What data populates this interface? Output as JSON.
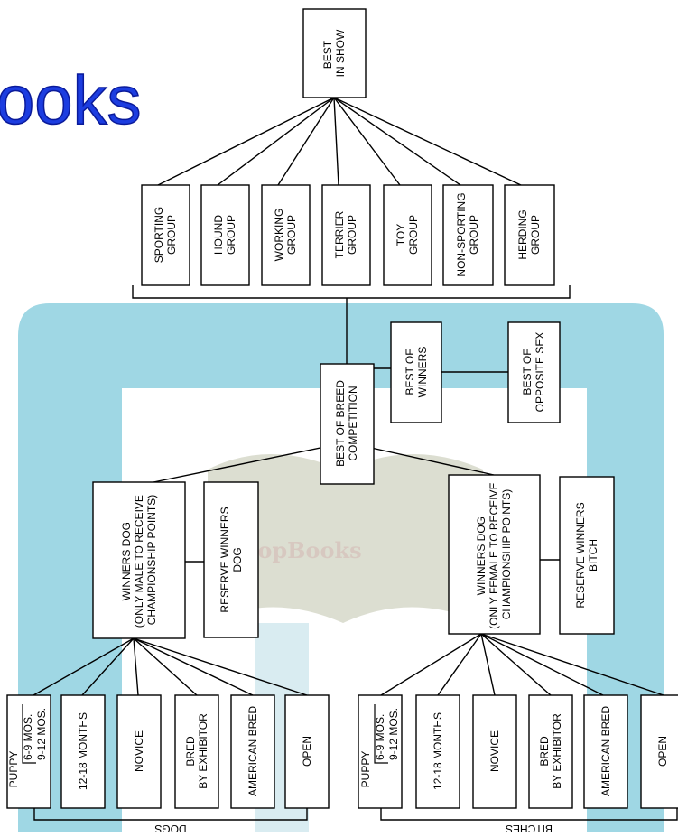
{
  "watermark": {
    "corner_text": "ooks",
    "center_text": "oopBooks",
    "colors": {
      "teal": "#9fd7e4",
      "blue": "#1c3de0",
      "center_tan": "#c9cdb8",
      "center_text": "#d7c8c0"
    }
  },
  "diagram": {
    "top": {
      "line1": "BEST",
      "line2": "IN SHOW"
    },
    "groups": [
      {
        "line1": "SPORTING",
        "line2": "GROUP"
      },
      {
        "line1": "HOUND",
        "line2": "GROUP"
      },
      {
        "line1": "WORKING",
        "line2": "GROUP"
      },
      {
        "line1": "TERRIER",
        "line2": "GROUP"
      },
      {
        "line1": "TOY",
        "line2": "GROUP"
      },
      {
        "line1": "NON-SPORTING",
        "line2": "GROUP"
      },
      {
        "line1": "HERDING",
        "line2": "GROUP"
      }
    ],
    "best_of_breed": {
      "line1": "BEST OF BREED",
      "line2": "COMPETITION"
    },
    "best_of_winners": {
      "line1": "BEST OF",
      "line2": "WINNERS"
    },
    "best_of_opposite_sex": {
      "line1": "BEST OF",
      "line2": "OPPOSITE SEX"
    },
    "winners_dog": {
      "line1": "WINNERS DOG",
      "line2": "(ONLY MALE TO RECEIVE",
      "line3": "CHAMPIONSHIP POINTS)"
    },
    "reserve_winners_dog": {
      "line1": "RESERVE WINNERS",
      "line2": "DOG"
    },
    "winners_bitch": {
      "line1": "WINNERS DOG",
      "line2": "(ONLY FEMALE TO RECEIVE",
      "line3": "CHAMPIONSHIP POINTS)"
    },
    "reserve_winners_bitch": {
      "line1": "RESERVE WINNERS",
      "line2": "BITCH"
    },
    "dog_classes": {
      "puppy": {
        "label": "PUPPY",
        "age1": "6-9 MOS.",
        "age2": "9-12 MOS."
      },
      "classes": [
        {
          "line1": "12-18 MONTHS",
          "line2": ""
        },
        {
          "line1": "NOVICE",
          "line2": ""
        },
        {
          "line1": "BRED",
          "line2": "BY EXHIBITOR"
        },
        {
          "line1": "AMERICAN BRED",
          "line2": ""
        },
        {
          "line1": "OPEN",
          "line2": ""
        }
      ],
      "bracket_label": "DOGS"
    },
    "bitch_classes": {
      "puppy": {
        "label": "PUPPY",
        "age1": "6-9 MOS.",
        "age2": "9-12 MOS."
      },
      "classes": [
        {
          "line1": "12-18 MONTHS",
          "line2": ""
        },
        {
          "line1": "NOVICE",
          "line2": ""
        },
        {
          "line1": "BRED",
          "line2": "BY EXHIBITOR"
        },
        {
          "line1": "AMERICAN BRED",
          "line2": ""
        },
        {
          "line1": "OPEN",
          "line2": ""
        }
      ],
      "bracket_label": "BITCHES"
    }
  }
}
